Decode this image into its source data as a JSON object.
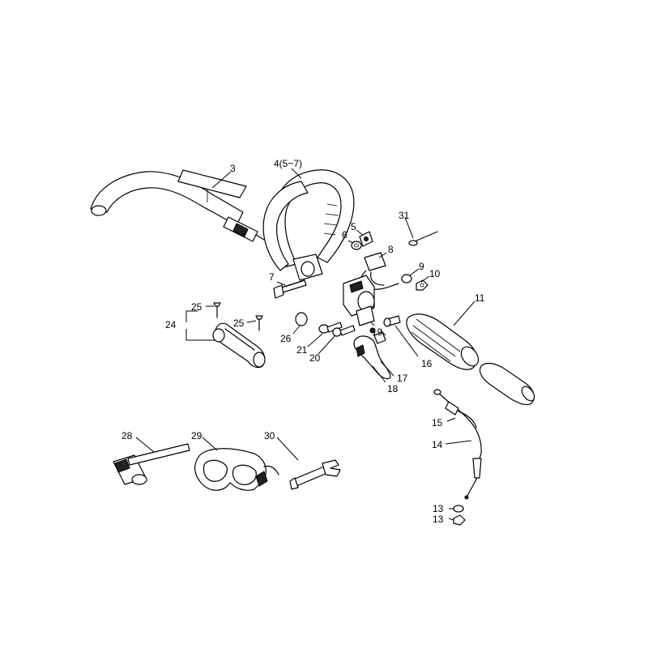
{
  "callouts": {
    "p3": "3",
    "p4": "4(5~7)",
    "p5": "5",
    "p6": "6",
    "p7": "7",
    "p8": "8",
    "p9": "9",
    "p10": "10",
    "p11": "11",
    "p13a": "13",
    "p13b": "13",
    "p14": "14",
    "p15": "15",
    "p16": "16",
    "p17": "17",
    "p18": "18",
    "p19": "19",
    "p20": "20",
    "p21": "21",
    "p24": "24",
    "p25a": "25",
    "p25b": "25",
    "p26": "26",
    "p28": "28",
    "p29": "29",
    "p30": "30",
    "p31": "31"
  }
}
